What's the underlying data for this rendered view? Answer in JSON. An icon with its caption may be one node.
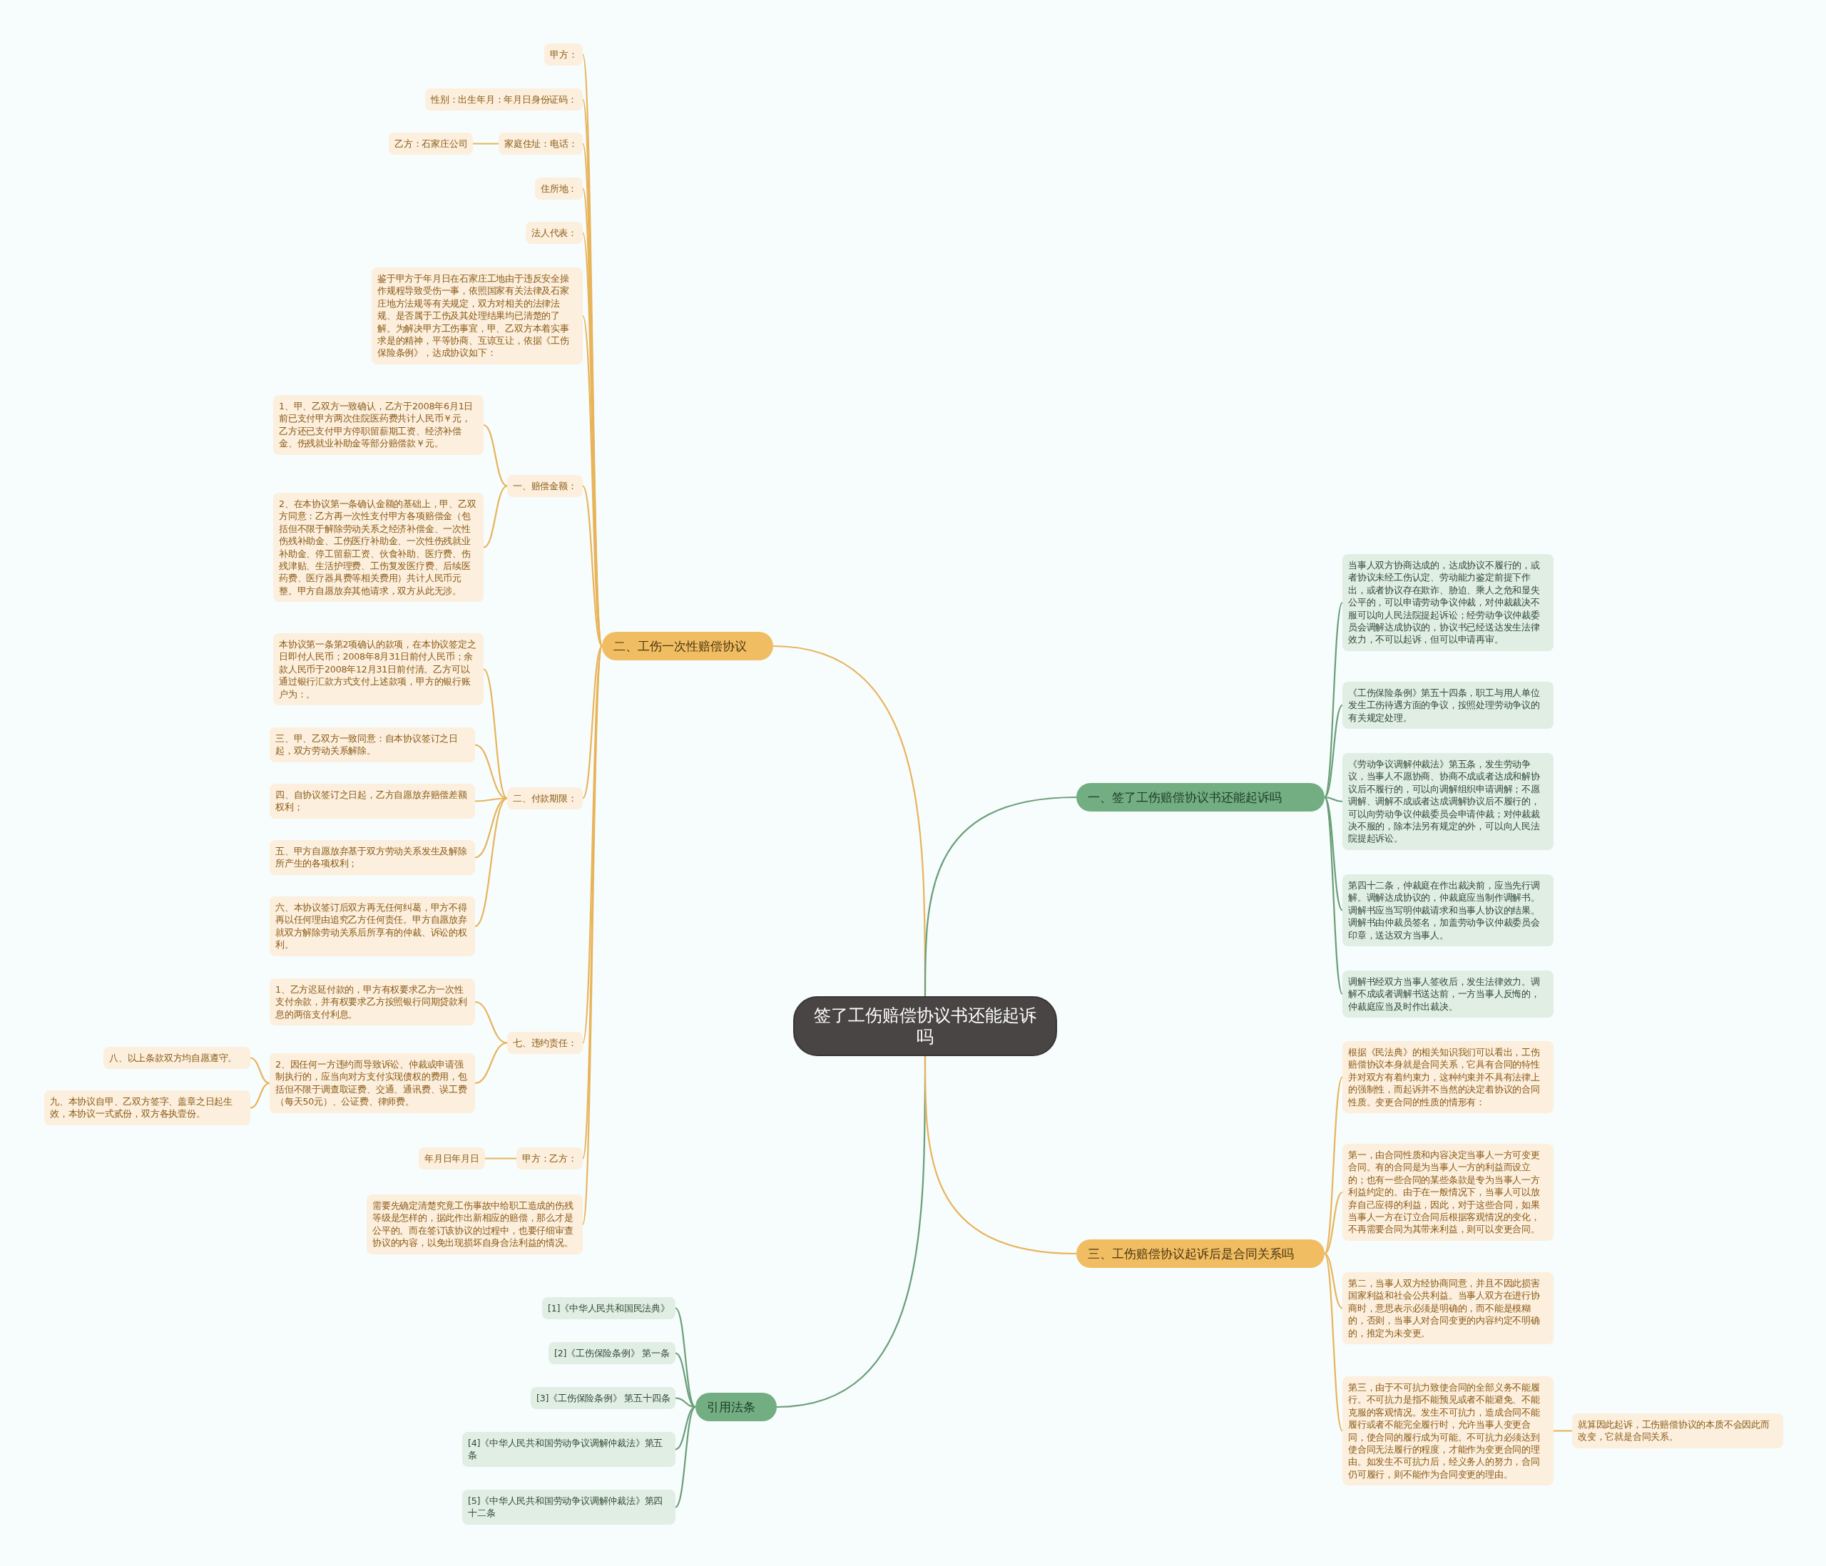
{
  "diagram": {
    "nodes": [
      {
        "text": [
          "签了工伤赔偿协议书还能起诉吗"
        ]
      },
      {
        "text": [
          "二、工伤一次性赔偿协议"
        ]
      },
      {
        "text": [
          "甲方："
        ]
      },
      {
        "text": [
          "性别：出生年月：年月日身份证码："
        ]
      },
      {
        "text": [
          "家庭住址：电话："
        ]
      },
      {
        "text": [
          "乙方：石家庄公司"
        ]
      },
      {
        "text": [
          "住所地："
        ]
      },
      {
        "text": [
          "法人代表："
        ]
      },
      {
        "text": [
          "鉴于甲方于年月日在石家庄工地由于违反安全操作规程导致受伤一事，依照国家有关法律及石家庄地方法规等有关规定，双方对相关的法律法规、是否属于工伤及其处理结果均已清楚的了解。为解决甲方工伤事宜，甲、乙双方本着实事求是的精神，平等协商、互谅互让，依据《工伤保险条例》，达成协议如下："
        ]
      },
      {
        "text": [
          "一、赔偿金额："
        ]
      },
      {
        "text": [
          "1、甲、乙双方一致确认，乙方于2008年6月1日前已支付甲方两次住院医药费共计人民币￥元，乙方还已支付甲方停职留薪期工资、经济补偿金、伤残就业补助金等部分赔偿款￥元。"
        ]
      },
      {
        "text": [
          "2、在本协议第一条确认金额的基础上，甲、乙双方同意：乙方再一次性支付甲方各项赔偿金（包括但不限于解除劳动关系之经济补偿金、一次性伤残补助金、工伤医疗补助金、一次性伤残就业补助金、停工留薪工资、伙食补助、医疗费、伤残津贴、生活护理费、工伤复发医疗费、后续医药费、医疗器具费等相关费用）共计人民币元整。甲方自愿放弃其他请求，双方从此无涉。"
        ]
      },
      {
        "text": [
          "二、付款期限："
        ]
      },
      {
        "text": [
          "本协议第一条第2项确认的款项，在本协议签定之日即付人民币；2008年8月31日前付人民币；余款人民币于2008年12月31日前付清。乙方可以通过银行汇款方式支付上述款项，甲方的银行账户为：。"
        ]
      },
      {
        "text": [
          "三、甲、乙双方一致同意：自本协议签订之日起，双方劳动关系解除。"
        ]
      },
      {
        "text": [
          "四、自协议签订之日起，乙方自愿放弃赔偿差额权利；"
        ]
      },
      {
        "text": [
          "五、甲方自愿放弃基于双方劳动关系发生及解除所产生的各项权利；"
        ]
      },
      {
        "text": [
          "六、本协议签订后双方再无任何纠葛，甲方不得再以任何理由追究乙方任何责任。甲方自愿放弃就双方解除劳动关系后所享有的仲裁、诉讼的权利。"
        ]
      },
      {
        "text": [
          "七、违约责任："
        ]
      },
      {
        "text": [
          "1、乙方迟延付款的，甲方有权要求乙方一次性支付余款，并有权要求乙方按照银行同期贷款利息的两倍支付利息。"
        ]
      },
      {
        "text": [
          "2、因任何一方违约而导致诉讼、仲裁或申请强制执行的，应当向对方支付实现债权的费用，包括但不限于调查取证费、交通、通讯费、误工费（每天50元）、公证费、律师费。"
        ]
      },
      {
        "text": [
          "八、以上条款双方均自愿遵守。"
        ]
      },
      {
        "text": [
          "九、本协议自甲、乙双方签字、盖章之日起生效，本协议一式贰份，双方各执壹份。"
        ]
      },
      {
        "text": [
          "甲方：乙方："
        ]
      },
      {
        "text": [
          "年月日年月日"
        ]
      },
      {
        "text": [
          "需要先确定清楚究竟工伤事故中给职工造成的伤残等级是怎样的，据此作出新相应的赔偿，那么才是公平的。而在签订该协议的过程中，也要仔细审查协议的内容，以免出现损坏自身合法利益的情况。"
        ]
      },
      {
        "text": [
          "引用法条"
        ]
      },
      {
        "text": [
          "[1]《中华人民共和国民法典》"
        ]
      },
      {
        "text": [
          "[2]《工伤保险条例》 第一条"
        ]
      },
      {
        "text": [
          "[3]《工伤保险条例》 第五十四条"
        ]
      },
      {
        "text": [
          "[4]《中华人民共和国劳动争议调解仲裁法》第五条"
        ]
      },
      {
        "text": [
          "[5]《中华人民共和国劳动争议调解仲裁法》第四十二条"
        ]
      },
      {
        "text": [
          "一、签了工伤赔偿协议书还能起诉吗"
        ]
      },
      {
        "text": [
          "当事人双方协商达成的，达成协议不履行的，或者协议未经工伤认定、劳动能力鉴定前提下作出，或者协议存在欺诈、胁迫、乘人之危和显失公平的，可以申请劳动争议仲裁，对仲裁裁决不服可以向人民法院提起诉讼；经劳动争议仲裁委员会调解达成协议的，协议书已经送达发生法律效力，不可以起诉，但可以申请再审。"
        ]
      },
      {
        "text": [
          "《工伤保险条例》第五十四条，职工与用人单位发生工伤待遇方面的争议，按照处理劳动争议的有关规定处理。"
        ]
      },
      {
        "text": [
          "《劳动争议调解仲裁法》第五条，发生劳动争议，当事人不愿协商、协商不成或者达成和解协议后不履行的，可以向调解组织申请调解；不愿调解、调解不成或者达成调解协议后不履行的，可以向劳动争议仲裁委员会申请仲裁；对仲裁裁决不服的，除本法另有规定的外，可以向人民法院提起诉讼。"
        ]
      },
      {
        "text": [
          "第四十二条，仲裁庭在作出裁决前，应当先行调解。调解达成协议的，仲裁庭应当制作调解书。调解书应当写明仲裁请求和当事人协议的结果。调解书由仲裁员签名，加盖劳动争议仲裁委员会印章，送达双方当事人。"
        ]
      },
      {
        "text": [
          "调解书经双方当事人签收后，发生法律效力。调解不成或者调解书送达前，一方当事人反悔的，仲裁庭应当及时作出裁决。"
        ]
      },
      {
        "text": [
          "三、工伤赔偿协议起诉后是合同关系吗"
        ]
      },
      {
        "text": [
          "根据《民法典》的相关知识我们可以看出，工伤赔偿协议本身就是合同关系，它具有合同的特性并对双方有着约束力，这种约束并不具有法律上的强制性，而起诉并不当然的决定着协议的合同性质。变更合同的性质的情形有："
        ]
      },
      {
        "text": [
          "第一，由合同性质和内容决定当事人一方可变更合同。有的合同是为当事人一方的利益而设立的；也有一些合同的某些条款是专为当事人一方利益约定的。由于在一般情况下，当事人可以放弃自己应得的利益，因此，对于这些合同，如果当事人一方在订立合同后根据客观情况的变化，不再需要合同为其带来利益，则可以变更合同。"
        ]
      },
      {
        "text": [
          "第二，当事人双方经协商同意，并且不因此损害国家利益和社会公共利益。当事人双方在进行协商时，意思表示必须是明确的，而不能是模糊的，否则，当事人对合同变更的内容约定不明确的，推定为未变更。"
        ]
      },
      {
        "text": [
          "第三，由于不可抗力致使合同的全部义务不能履行。不可抗力是指不能预见或者不能避免、不能克服的客观情况。发生不可抗力，造成合同不能履行或者不能完全履行时，允许当事人变更合同，使合同的履行成为可能。不可抗力必须达到使合同无法履行的程度，才能作为变更合同的理由。如发生不可抗力后，经义务人的努力，合同仍可履行，则不能作为合同变更的理由。"
        ]
      },
      {
        "text": [
          "就算因此起诉，工伤赔偿协议的本质不会因此而改变，它就是合同关系。"
        ]
      }
    ],
    "edges": [
      {
        "from": 0,
        "to": 1,
        "arrow": "none"
      },
      {
        "from": 1,
        "to": 2,
        "arrow": "none"
      },
      {
        "from": 1,
        "to": 3,
        "arrow": "none"
      },
      {
        "from": 1,
        "to": 4,
        "arrow": "none"
      },
      {
        "from": 4,
        "to": 5,
        "arrow": "none"
      },
      {
        "from": 1,
        "to": 6,
        "arrow": "none"
      },
      {
        "from": 1,
        "to": 7,
        "arrow": "none"
      },
      {
        "from": 1,
        "to": 8,
        "arrow": "none"
      },
      {
        "from": 1,
        "to": 9,
        "arrow": "none"
      },
      {
        "from": 9,
        "to": 10,
        "arrow": "none"
      },
      {
        "from": 9,
        "to": 11,
        "arrow": "none"
      },
      {
        "from": 1,
        "to": 12,
        "arrow": "none"
      },
      {
        "from": 12,
        "to": 13,
        "arrow": "none"
      },
      {
        "from": 12,
        "to": 14,
        "arrow": "none"
      },
      {
        "from": 12,
        "to": 15,
        "arrow": "none"
      },
      {
        "from": 12,
        "to": 16,
        "arrow": "none"
      },
      {
        "from": 12,
        "to": 17,
        "arrow": "none"
      },
      {
        "from": 1,
        "to": 18,
        "arrow": "none"
      },
      {
        "from": 18,
        "to": 19,
        "arrow": "none"
      },
      {
        "from": 18,
        "to": 20,
        "arrow": "none"
      },
      {
        "from": 20,
        "to": 21,
        "arrow": "none"
      },
      {
        "from": 20,
        "to": 22,
        "arrow": "none"
      },
      {
        "from": 1,
        "to": 23,
        "arrow": "none"
      },
      {
        "from": 23,
        "to": 24,
        "arrow": "none"
      },
      {
        "from": 1,
        "to": 25,
        "arrow": "none"
      },
      {
        "from": 0,
        "to": 26,
        "arrow": "none",
        "color": "#6a9e78"
      },
      {
        "from": 26,
        "to": 27,
        "arrow": "none",
        "color": "#6a9e78"
      },
      {
        "from": 26,
        "to": 28,
        "arrow": "none",
        "color": "#6a9e78"
      },
      {
        "from": 26,
        "to": 29,
        "arrow": "none",
        "color": "#6a9e78"
      },
      {
        "from": 26,
        "to": 30,
        "arrow": "none",
        "color": "#6a9e78"
      },
      {
        "from": 26,
        "to": 31,
        "arrow": "none",
        "color": "#6a9e78"
      },
      {
        "from": 0,
        "to": 32,
        "arrow": "none",
        "color": "#6a9e78"
      },
      {
        "from": 32,
        "to": 33,
        "arrow": "none",
        "color": "#6a9e78"
      },
      {
        "from": 32,
        "to": 34,
        "arrow": "none",
        "color": "#6a9e78"
      },
      {
        "from": 32,
        "to": 35,
        "arrow": "none",
        "color": "#6a9e78"
      },
      {
        "from": 32,
        "to": 36,
        "arrow": "none",
        "color": "#6a9e78"
      },
      {
        "from": 32,
        "to": 37,
        "arrow": "none",
        "color": "#6a9e78"
      },
      {
        "from": 0,
        "to": 38,
        "arrow": "none"
      },
      {
        "from": 38,
        "to": 39,
        "arrow": "none"
      },
      {
        "from": 38,
        "to": 40,
        "arrow": "none"
      },
      {
        "from": 38,
        "to": 41,
        "arrow": "none"
      },
      {
        "from": 38,
        "to": 42,
        "arrow": "none"
      },
      {
        "from": 42,
        "to": 43,
        "arrow": "none"
      }
    ]
  }
}
